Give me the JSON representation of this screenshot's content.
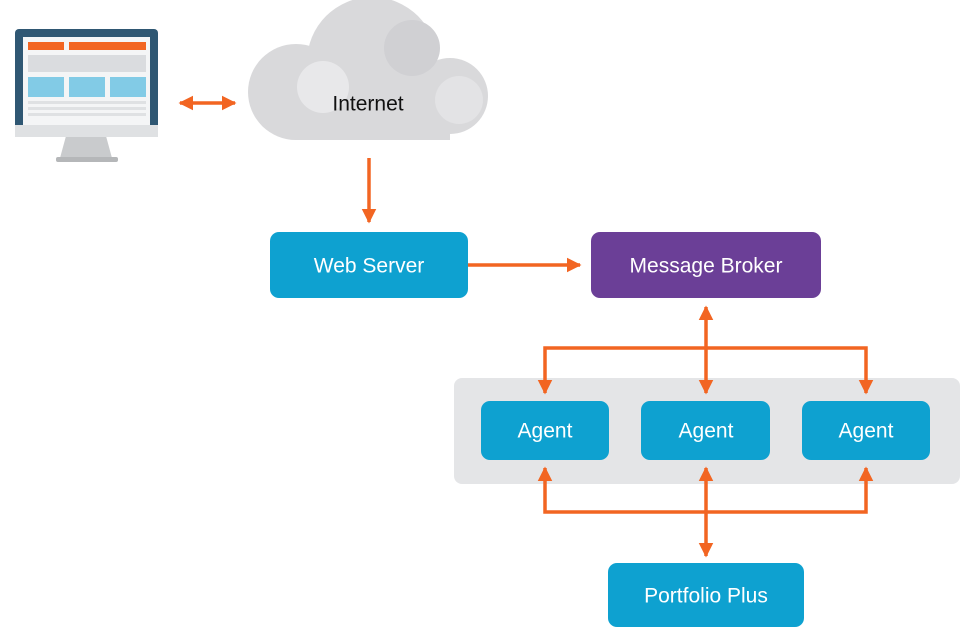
{
  "nodes": {
    "internet": "Internet",
    "web_server": "Web Server",
    "message_broker": "Message Broker",
    "agent_1": "Agent",
    "agent_2": "Agent",
    "agent_3": "Agent",
    "portfolio_plus": "Portfolio Plus"
  },
  "icons": {
    "client": "desktop-monitor-icon",
    "cloud": "cloud-icon"
  },
  "colors": {
    "blue_node": "#0ea1d0",
    "purple_node": "#6b3f97",
    "arrow": "#f26522",
    "agent_group_bg": "#e4e5e7",
    "cloud": "#d9d9db",
    "monitor_frame": "#2f5773",
    "screen_orange": "#f26522",
    "screen_lightblue": "#82cbe6"
  }
}
